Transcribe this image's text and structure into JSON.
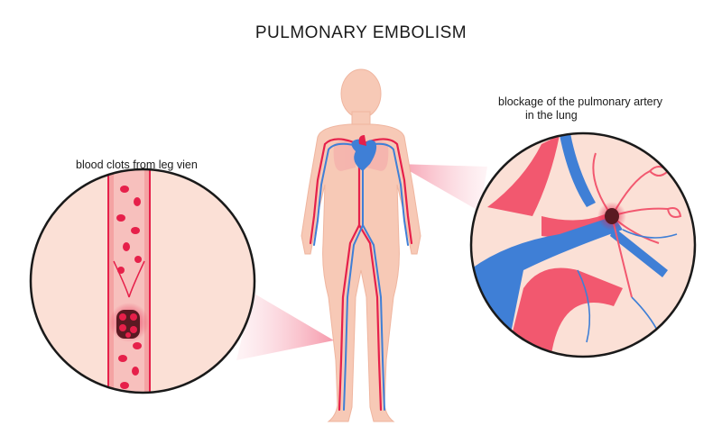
{
  "title": "PULMONARY EMBOLISM",
  "labels": {
    "leg_clot": "blood clots from leg vien",
    "lung_blockage_line1": "blockage of the pulmonary artery",
    "lung_blockage_line2": "in the lung"
  },
  "colors": {
    "skin": "#f7c9b6",
    "skin_outline": "#efb59f",
    "artery_red": "#e6204a",
    "vein_blue": "#3f7fd6",
    "vessel_pink": "#f2586f",
    "circle_border": "#1a1a1a",
    "zoom_beam": "#f7a8b6",
    "clot_dark": "#5a1a22"
  }
}
